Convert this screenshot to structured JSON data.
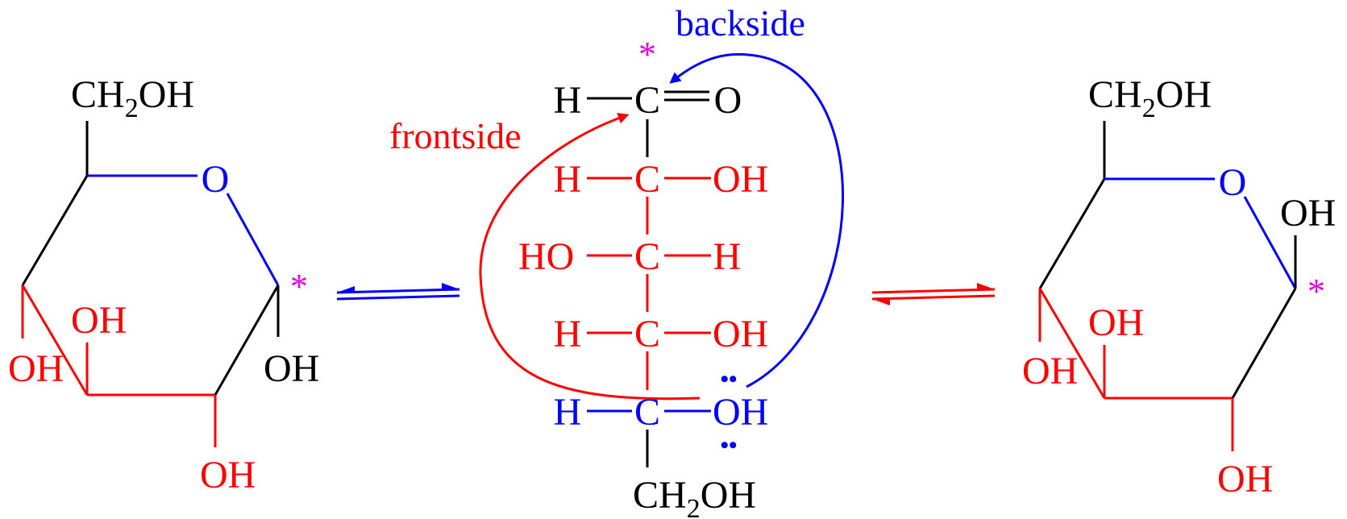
{
  "colors": {
    "black": "#000000",
    "red": "#ff0000",
    "blue": "#0000ff",
    "magenta": "#e000e0"
  },
  "labels": {
    "backside": "backside",
    "frontside": "frontside",
    "asterisk": "*",
    "ch2oh_prefix": "CH",
    "ch2oh_sub": "2",
    "ch2oh_suffix": "OH",
    "O": "O",
    "OH": "OH",
    "HO": "HO",
    "H": "H",
    "C": "C",
    "lone_pair": "••"
  }
}
